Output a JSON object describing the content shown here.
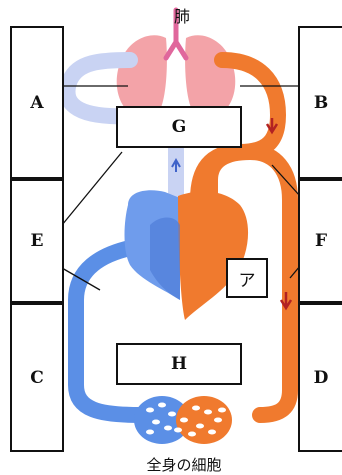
{
  "labels": {
    "lungs": "肺",
    "body_cells": "全身の細胞",
    "a": "A",
    "b": "B",
    "c": "C",
    "d": "D",
    "e": "E",
    "f": "F",
    "g": "G",
    "h": "H",
    "a_katakana": "ア"
  },
  "colors": {
    "deoxygenated_blood": "#5b8fe6",
    "oxygenated_blood": "#f07a2e",
    "lung": "#f3a3a8",
    "box_border": "#111111"
  }
}
